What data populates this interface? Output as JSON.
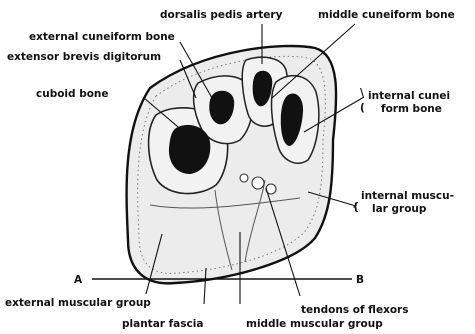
{
  "labels": {
    "dorsalis_pedis_artery": "dorsalis pedis artery",
    "middle_cuneiform_bone": "middle cuneiform bone",
    "external_cuneiform_bone": "external cuneiform bone",
    "extensor_brevis_digitorum": "extensor brevis digitorum",
    "cuboid_bone": "cuboid bone",
    "internal_cuneiform_line1": "internal cunei",
    "internal_cuneiform_line2": "form bone",
    "internal_muscular_line1": "internal muscu-",
    "internal_muscular_line2": "lar group",
    "section_a": "A",
    "section_b": "B",
    "external_muscular_group": "external muscular group",
    "plantar_fascia": "plantar fascia",
    "tendons_of_flexors": "tendons of flexors",
    "middle_muscular_group": "middle muscular group"
  },
  "colors": {
    "ink": "#111111",
    "tissue": "#e9e9e9",
    "paper": "#ffffff"
  }
}
